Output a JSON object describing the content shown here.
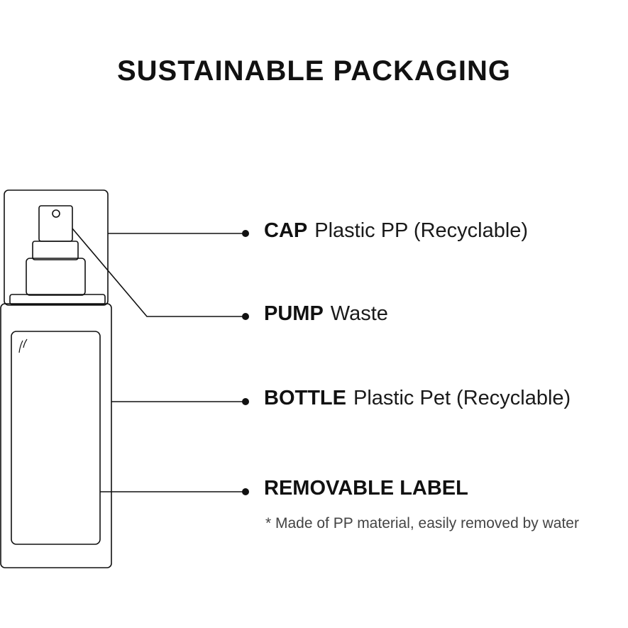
{
  "title": "SUSTAINABLE PACKAGING",
  "parts": [
    {
      "name": "CAP",
      "desc": "Plastic PP (Recyclable)"
    },
    {
      "name": "PUMP",
      "desc": "Waste"
    },
    {
      "name": "BOTTLE",
      "desc": "Plastic Pet (Recyclable)"
    },
    {
      "name": "REMOVABLE LABEL",
      "desc": ""
    }
  ],
  "note": "* Made of PP material, easily removed by water"
}
